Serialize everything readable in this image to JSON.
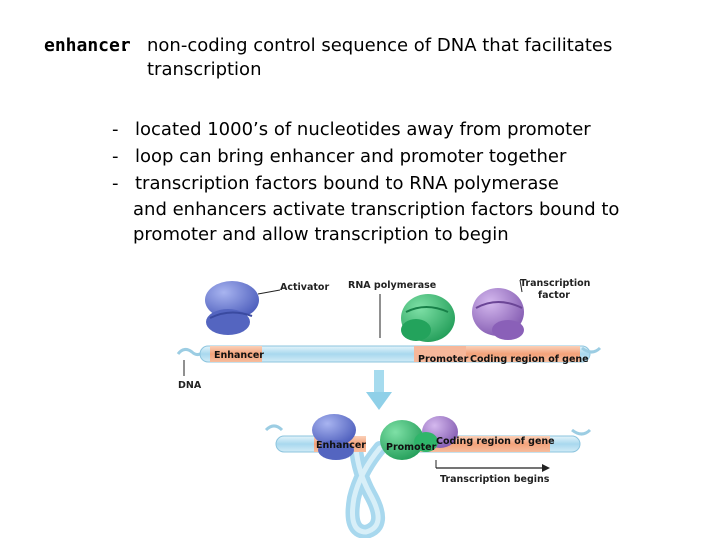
{
  "definition": {
    "term": "enhancer",
    "colon": ":",
    "line1": "non-coding control sequence of DNA that facilitates",
    "line2": "transcription"
  },
  "bullets": {
    "dash": "-",
    "b1": "located 1000’s of nucleotides away from promoter",
    "b2": "loop can bring enhancer and promoter together",
    "b3_line1": "transcription factors bound to RNA polymerase",
    "b3_line2": "and enhancers activate transcription factors bound to",
    "b3_line3": "promoter and allow transcription to begin"
  },
  "figure": {
    "activator": "Activator",
    "rna_polymerase": "RNA polymerase",
    "tf_line1": "Transcription",
    "tf_line2": "factor",
    "enhancer": "Enhancer",
    "promoter": "Promoter",
    "coding_region": "Coding region of gene",
    "dna": "DNA",
    "transcription_begins": "Transcription begins"
  },
  "colors": {
    "enhancer_segment": "#f3a27a",
    "dna_strand": "#a8d8ee",
    "activator": "#5a6ec8",
    "rna_polymerase": "#2fb56a",
    "transcription_factor": "#9a6fc4",
    "arrow": "#8fd0e8"
  }
}
